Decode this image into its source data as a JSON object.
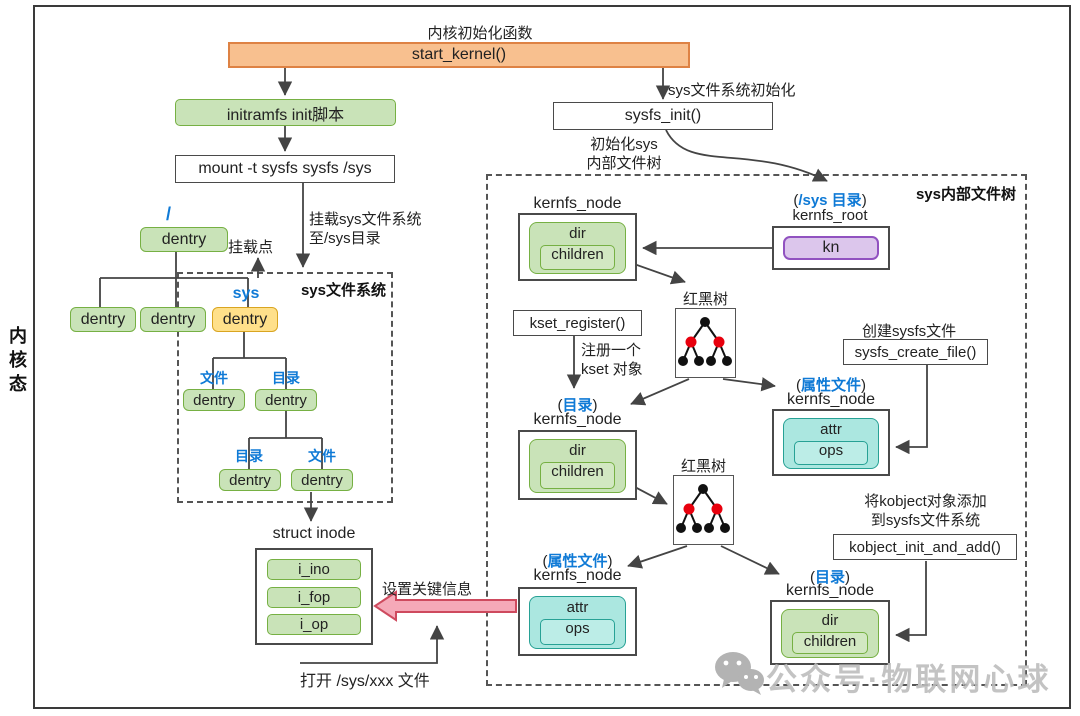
{
  "diagram": {
    "kernel_mode": "内核态",
    "watermark": "公众号·物联网心球"
  },
  "top": {
    "start_kernel_caption": "内核初始化函数",
    "start_kernel": "start_kernel()",
    "initramfs": "initramfs init脚本",
    "mount_cmd": "mount -t sysfs sysfs /sys",
    "mount_caption_1": "挂载sys文件系统",
    "mount_caption_2": "至/sys目录",
    "sysfs_init_caption": "sys文件系统初始化",
    "sysfs_init": "sysfs_init()",
    "init_tree_caption_1": "初始化sys",
    "init_tree_caption_2": "内部文件树"
  },
  "vfs": {
    "title": "sys文件系统",
    "root": "/",
    "dentry": "dentry",
    "mount_point": "挂载点",
    "sys": "sys",
    "file": "文件",
    "dir": "目录"
  },
  "inode": {
    "title": "struct inode",
    "fields": [
      "i_ino",
      "i_fop",
      "i_op"
    ],
    "set_info": "设置关键信息",
    "open_file": "打开 /sys/xxx 文件"
  },
  "ktree": {
    "title": "sys内部文件树",
    "kernfs_node": "kernfs_node",
    "kernfs_root": "kernfs_root",
    "kn": "kn",
    "dir": "dir",
    "children": "children",
    "attr": "attr",
    "ops": "ops",
    "rbtree": "红黑树",
    "paren_open": "(",
    "paren_close": ")",
    "tag_sys_dir": "/sys 目录",
    "tag_dir": "目录",
    "tag_attr_file": "属性文件"
  },
  "calls": {
    "kset_register": "kset_register()",
    "kset_caption_1": "注册一个",
    "kset_caption_2": "kset 对象",
    "sysfs_create_file": "sysfs_create_file()",
    "create_caption": "创建sysfs文件",
    "kobject_init_and_add": "kobject_init_and_add()",
    "kobject_caption_1": "将kobject对象添加",
    "kobject_caption_2": "到sysfs文件系统"
  },
  "colors": {
    "accent_blue": "#0F7AD6",
    "box_orange_fill": "#F8C08F",
    "box_orange_border": "#DE8244",
    "box_green_fill": "#C9E3B8",
    "box_green_border": "#76B043",
    "box_yellow_fill": "#FFE08A",
    "box_yellow_border": "#D9A521",
    "box_purple_fill": "#DCC6EC",
    "box_purple_border": "#9152C0",
    "box_teal_fill": "#ABE7E0",
    "box_teal_border": "#27A195",
    "arrow_pink_fill": "#F5A9B8",
    "arrow_pink_border": "#CE4A5E",
    "rbtree_red": "#E8000D",
    "line_gray": "#444444"
  }
}
